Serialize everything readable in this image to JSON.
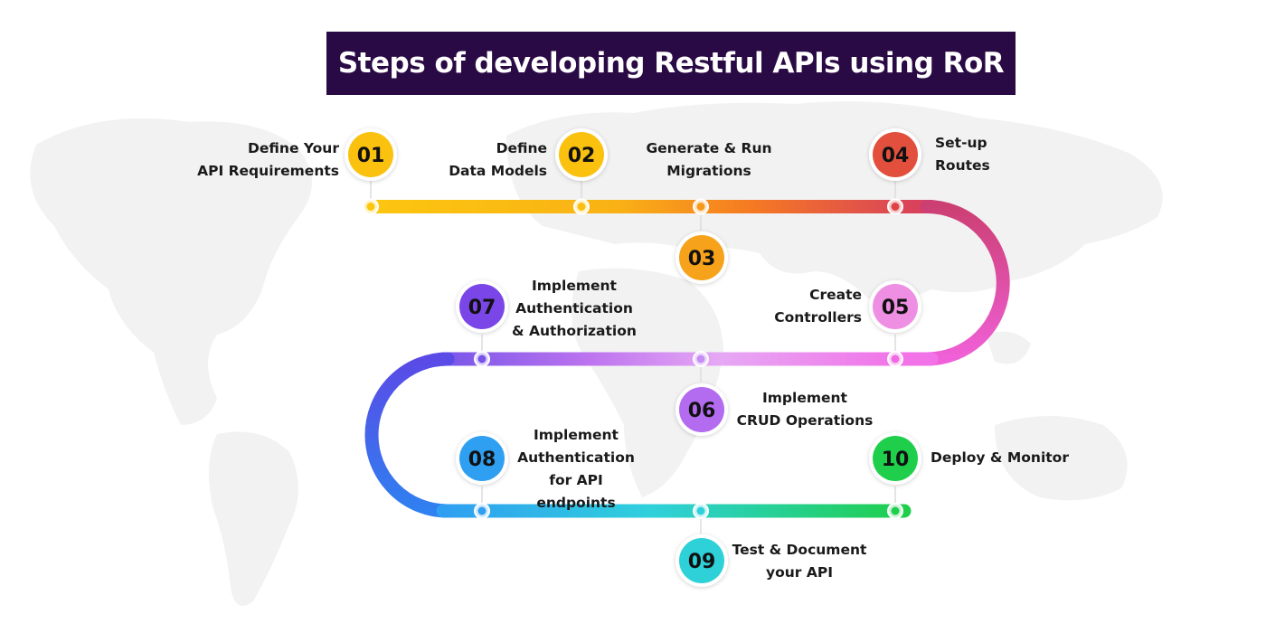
{
  "title": "Steps of developing Restful APIs using RoR",
  "steps": [
    {
      "num": "01",
      "label": "Define Your\nAPI Requirements",
      "color": "#fbc10f"
    },
    {
      "num": "02",
      "label": "Define\nData Models",
      "color": "#fbc10f"
    },
    {
      "num": "03",
      "label": "Generate & Run\nMigrations",
      "color": "#f6a21a"
    },
    {
      "num": "04",
      "label": "Set-up\nRoutes",
      "color": "#e2503d"
    },
    {
      "num": "05",
      "label": "Create\nControllers",
      "color": "#ee8fe4"
    },
    {
      "num": "06",
      "label": "Implement\nCRUD Operations",
      "color": "#b36bf0"
    },
    {
      "num": "07",
      "label": "Implement\nAuthentication\n& Authorization",
      "color": "#7b46e8"
    },
    {
      "num": "08",
      "label": "Implement\nAuthentication\nfor API endpoints",
      "color": "#2f9ff1"
    },
    {
      "num": "09",
      "label": "Test & Document\nyour API",
      "color": "#2ed1d8"
    },
    {
      "num": "10",
      "label": "Deploy & Monitor",
      "color": "#1fcf4c"
    }
  ]
}
